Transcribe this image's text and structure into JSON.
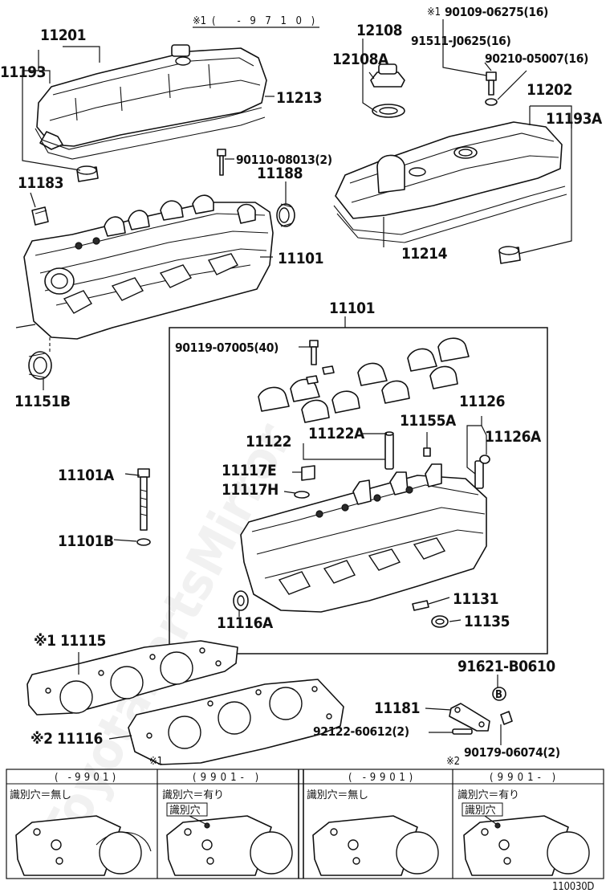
{
  "callouts": {
    "c11201": "11201",
    "c11193": "11193",
    "c_note_top_prefix": "※1",
    "c_note_top_range": "( -9710)",
    "c12108": "12108",
    "c12108A": "12108A",
    "c90109": "90109-06275(16)",
    "c91511": "91511-J0625(16)",
    "c90210": "90210-05007(16)",
    "c11213": "11213",
    "c11202": "11202",
    "c11193A": "11193A",
    "c90110": "90110-08013(2)",
    "c11188": "11188",
    "c11183": "11183",
    "c11101_top": "11101",
    "c11214": "11214",
    "c11101_box": "11101",
    "c11151B": "11151B",
    "c90119": "90119-07005(40)",
    "c11126": "11126",
    "c11155A": "11155A",
    "c11126A": "11126A",
    "c11122A": "11122A",
    "c11122": "11122",
    "c11117E": "11117E",
    "c11101A": "11101A",
    "c11117H": "11117H",
    "c11101B": "11101B",
    "c11131": "11131",
    "c11116A": "11116A",
    "c11135": "11135",
    "c11115": "※1 11115",
    "c91621": "91621-B0610",
    "c_circle_B": "B",
    "c11181": "11181",
    "c11116": "※2 11116",
    "c92122": "92122-60612(2)",
    "c90179": "90179-06074(2)"
  },
  "legend": {
    "mark1": "※1",
    "mark2": "※2",
    "panels": [
      {
        "range": "( -9901)",
        "text": "識別穴＝無し",
        "tag": ""
      },
      {
        "range": "(9901- )",
        "text": "識別穴＝有り",
        "tag": "識別穴"
      },
      {
        "range": "( -9901)",
        "text": "識別穴＝無し",
        "tag": ""
      },
      {
        "range": "(9901- )",
        "text": "識別穴＝有り",
        "tag": "識別穴"
      }
    ]
  },
  "figure_code": "110030D",
  "watermark": "ToyotaPartsMirror"
}
